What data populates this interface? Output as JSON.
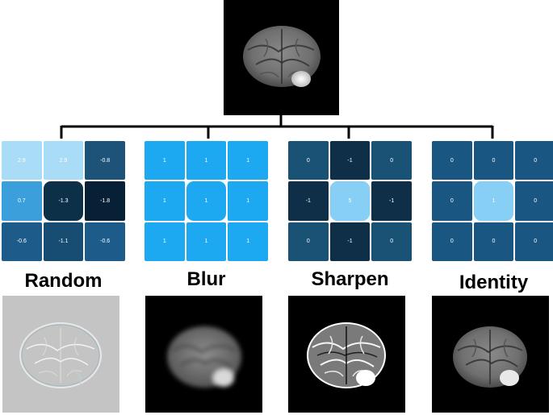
{
  "filters": [
    {
      "id": "random",
      "label": "Random",
      "kernel": [
        [
          "2.9",
          "2.9",
          "-0.8"
        ],
        [
          "0.7",
          "-1.3",
          "-1.8"
        ],
        [
          "-0.6",
          "-1.1",
          "-0.6"
        ]
      ],
      "cell_colors": [
        [
          "#a9dcf7",
          "#a9dcf7",
          "#1d5379"
        ],
        [
          "#3a9fdb",
          "#0d3049",
          "#082035"
        ],
        [
          "#1d5b8a",
          "#174d73",
          "#1d5b8a"
        ]
      ]
    },
    {
      "id": "blur",
      "label": "Blur",
      "kernel": [
        [
          "1",
          "1",
          "1"
        ],
        [
          "1",
          "1",
          "1"
        ],
        [
          "1",
          "1",
          "1"
        ]
      ],
      "cell_colors": [
        [
          "#1ca9f2",
          "#1ca9f2",
          "#1ca9f2"
        ],
        [
          "#1ca9f2",
          "#1ca9f2",
          "#1ca9f2"
        ],
        [
          "#1ca9f2",
          "#1ca9f2",
          "#1ca9f2"
        ]
      ]
    },
    {
      "id": "sharpen",
      "label": "Sharpen",
      "kernel": [
        [
          "0",
          "-1",
          "0"
        ],
        [
          "-1",
          "5",
          "-1"
        ],
        [
          "0",
          "-1",
          "0"
        ]
      ],
      "cell_colors": [
        [
          "#1a5276",
          "#0e2f47",
          "#1a5276"
        ],
        [
          "#0e2f47",
          "#87cff5",
          "#0e2f47"
        ],
        [
          "#1a5276",
          "#0e2f47",
          "#1a5276"
        ]
      ]
    },
    {
      "id": "identity",
      "label": "Identity",
      "kernel": [
        [
          "0",
          "0",
          "0"
        ],
        [
          "0",
          "1",
          "0"
        ],
        [
          "0",
          "0",
          "0"
        ]
      ],
      "cell_colors": [
        [
          "#1a5682",
          "#1a5682",
          "#1a5682"
        ],
        [
          "#1a5682",
          "#87cff5",
          "#1a5682"
        ],
        [
          "#1a5682",
          "#1a5682",
          "#1a5682"
        ]
      ]
    }
  ],
  "colors": {
    "connector": "#000000",
    "image_background": "#000000",
    "random_output_background": "#c4c4c4"
  }
}
